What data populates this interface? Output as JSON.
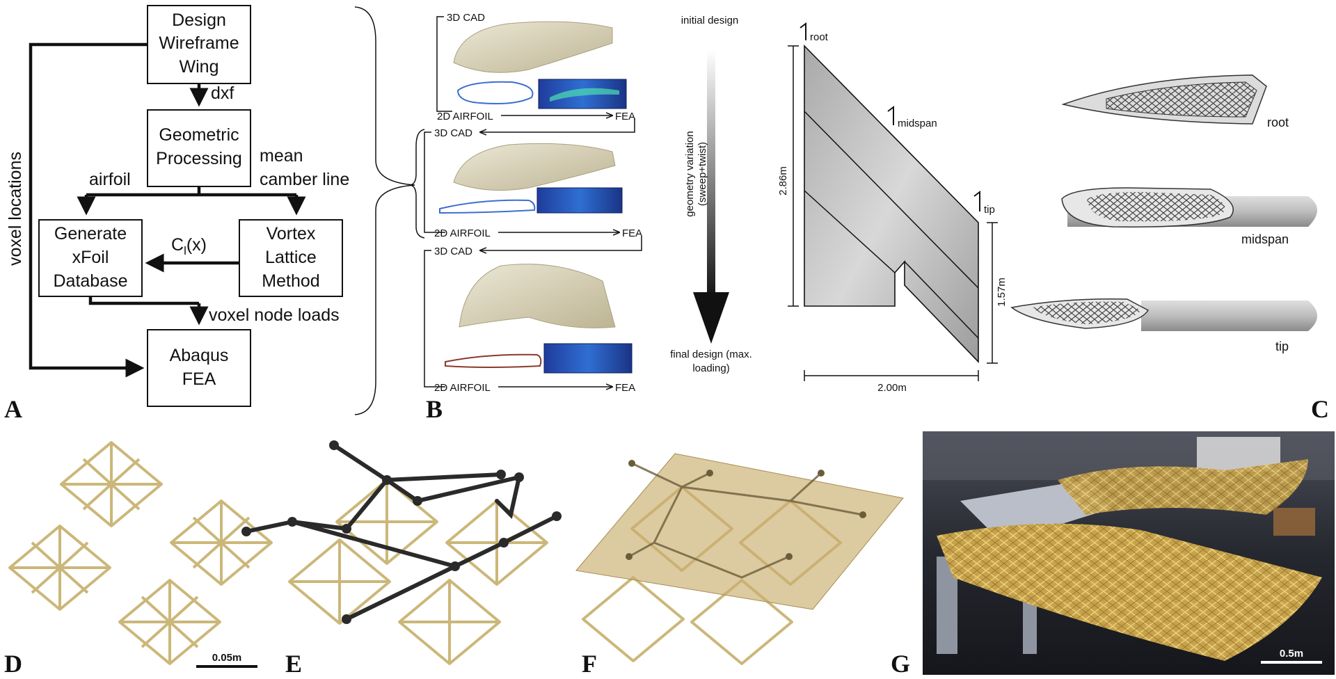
{
  "panel_letters": {
    "a": "A",
    "b": "B",
    "c": "C",
    "d": "D",
    "e": "E",
    "f": "F",
    "g": "G"
  },
  "flowchart": {
    "box_design": [
      "Design",
      "Wireframe",
      "Wing"
    ],
    "label_dxf": "dxf",
    "box_geometric": [
      "Geometric",
      "Processing"
    ],
    "label_mean": [
      "mean",
      "camber line"
    ],
    "label_airfoil": "airfoil",
    "box_xfoil": [
      "Generate",
      "xFoil",
      "Database"
    ],
    "box_vortex": [
      "Vortex",
      "Lattice",
      "Method"
    ],
    "label_cl": "C",
    "label_cl_sub": "l",
    "label_cl_arg": "(x)",
    "label_voxel_loads": "voxel node loads",
    "box_abaqus": [
      "Abaqus",
      "FEA"
    ],
    "side_label": "voxel locations"
  },
  "panel_b": {
    "label_3dcad": "3D CAD",
    "label_airfoil": "2D AIRFOIL",
    "label_fea": "FEA",
    "label_initial": "initial design",
    "label_variation": [
      "geometry variation",
      "(sweep+twist)"
    ],
    "label_final": [
      "final design (max.",
      "loading)"
    ]
  },
  "panel_c": {
    "label_root": "root",
    "label_midspan": "midspan",
    "label_tip": "tip",
    "dim_span": "2.86m",
    "dim_tip": "1.57m",
    "dim_chord": "2.00m",
    "section_root": "root",
    "section_midspan": "midspan",
    "section_tip": "tip"
  },
  "scale_bars": {
    "d": "0.05m",
    "g": "0.5m"
  },
  "colors": {
    "lattice_gold": "#cbb779",
    "lattice_dark": "#2a2a2a",
    "skin_gold": "#c9ae6e",
    "wing_gray": "#b8b8b8",
    "cad_beige": "#ddd8c2",
    "fea_blue": "#1e3a8a"
  }
}
